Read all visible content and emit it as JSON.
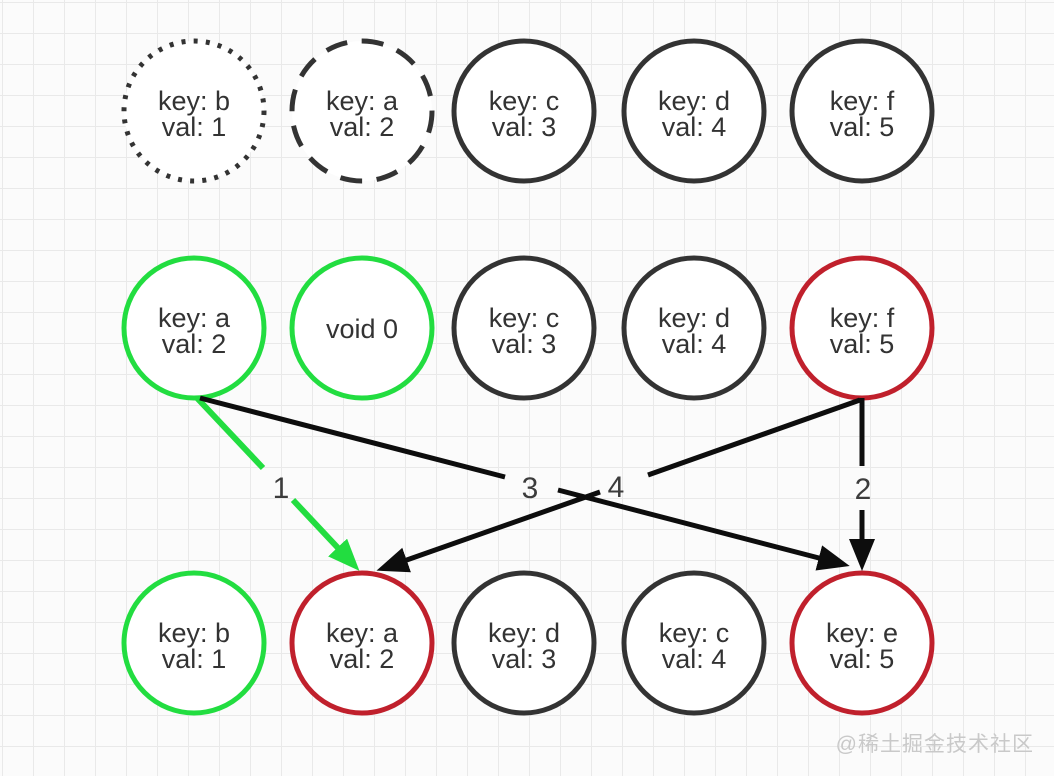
{
  "colors": {
    "background": "#fbfbfb",
    "grid": "#e9e9e9",
    "node_dark": "#333333",
    "node_green": "#22dd40",
    "node_red": "#c0202c",
    "arrow_black": "#0d0d0d",
    "arrow_green": "#22dd40",
    "node_text": "#333333",
    "label": "#3c3c3c",
    "watermark": "#c9c9c9"
  },
  "rows": [
    {
      "name": "top",
      "nodes": [
        {
          "line1": "key: b",
          "line2": "val: 1",
          "border": "dotted",
          "color": "#333333"
        },
        {
          "line1": "key: a",
          "line2": "val: 2",
          "border": "dashed",
          "color": "#333333"
        },
        {
          "line1": "key: c",
          "line2": "val: 3",
          "border": "solid",
          "color": "#333333"
        },
        {
          "line1": "key: d",
          "line2": "val: 4",
          "border": "solid",
          "color": "#333333"
        },
        {
          "line1": "key: f",
          "line2": "val: 5",
          "border": "solid",
          "color": "#333333"
        }
      ]
    },
    {
      "name": "middle",
      "nodes": [
        {
          "line1": "key: a",
          "line2": "val: 2",
          "border": "solid",
          "color": "#22dd40"
        },
        {
          "line1": "void 0",
          "line2": "",
          "border": "solid",
          "color": "#22dd40"
        },
        {
          "line1": "key: c",
          "line2": "val: 3",
          "border": "solid",
          "color": "#333333"
        },
        {
          "line1": "key: d",
          "line2": "val: 4",
          "border": "solid",
          "color": "#333333"
        },
        {
          "line1": "key: f",
          "line2": "val: 5",
          "border": "solid",
          "color": "#c0202c"
        }
      ]
    },
    {
      "name": "bottom",
      "nodes": [
        {
          "line1": "key: b",
          "line2": "val: 1",
          "border": "solid",
          "color": "#22dd40"
        },
        {
          "line1": "key: a",
          "line2": "val: 2",
          "border": "solid",
          "color": "#c0202c"
        },
        {
          "line1": "key: d",
          "line2": "val: 3",
          "border": "solid",
          "color": "#333333"
        },
        {
          "line1": "key: c",
          "line2": "val: 4",
          "border": "solid",
          "color": "#333333"
        },
        {
          "line1": "key: e",
          "line2": "val: 5",
          "border": "solid",
          "color": "#c0202c"
        }
      ]
    }
  ],
  "arrows": [
    {
      "label": "1",
      "color": "#22dd40",
      "from": "middle key: a",
      "to": "bottom key: a"
    },
    {
      "label": "2",
      "color": "#0d0d0d",
      "from": "middle key: f",
      "to": "bottom key: e"
    },
    {
      "label": "3",
      "color": "#0d0d0d",
      "from": "middle key: a",
      "to": "bottom key: e"
    },
    {
      "label": "4",
      "color": "#0d0d0d",
      "from": "middle key: f",
      "to": "bottom key: a"
    }
  ],
  "watermark": "@稀土掘金技术社区"
}
